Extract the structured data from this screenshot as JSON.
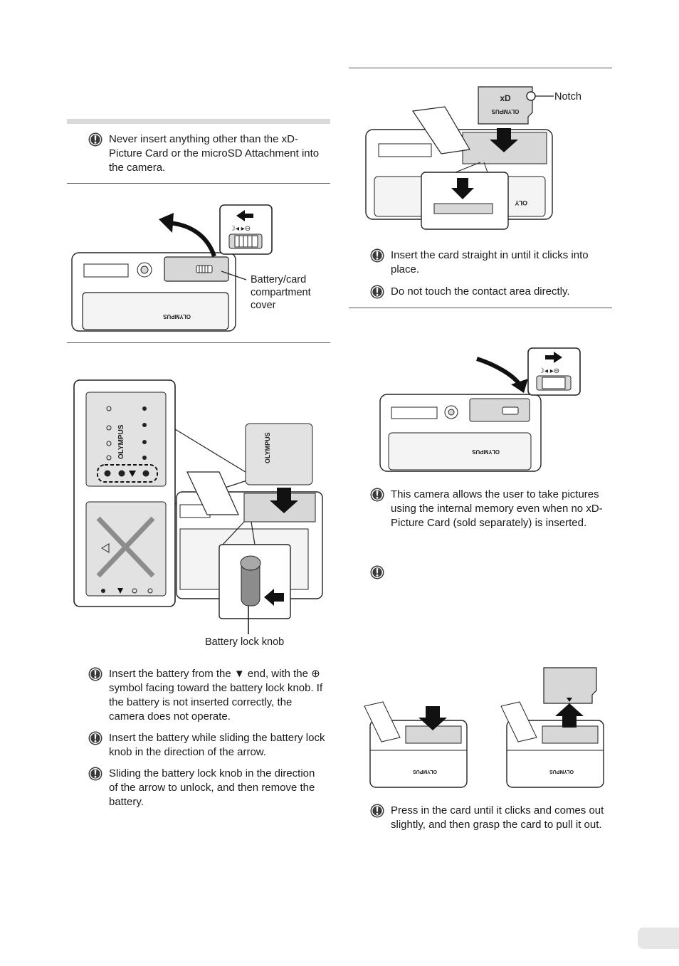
{
  "left": {
    "note_never": "Never insert anything other than the xD-Picture Card or the microSD Attachment into the camera.",
    "label_cover": "Battery/card compartment cover",
    "label_knob": "Battery lock knob",
    "battery_notes": [
      "Insert the battery from the ▼ end, with the ⊕ symbol facing toward the battery lock knob. If the battery is not inserted correctly, the camera does not operate.",
      "Insert the battery while sliding the battery lock knob in the direction of the arrow.",
      "Sliding the battery lock knob in the direction of the arrow to unlock, and then remove the battery."
    ]
  },
  "right": {
    "label_notch": "Notch",
    "card_notes": [
      "Insert the card straight in until it clicks into place.",
      "Do not touch the contact area directly."
    ],
    "memory_note": "This camera allows the user to take pictures using the internal memory even when no xD-Picture Card (sold separately) is inserted.",
    "remove_note": "Press in the card until it clicks and comes out slightly, and then grasp the card to pull it out."
  },
  "brand": "OLYMPUS",
  "brand_partial": "OLY",
  "colors": {
    "rule": "#555555",
    "accent_bar": "#d9d9d9",
    "page_tab": "#e6e6e6",
    "line": "#222222",
    "fill_light": "#f4f4f4",
    "fill_mid": "#d7d7d7"
  },
  "icons": [
    "caution-icon",
    "arrow-left-icon",
    "arrow-right-icon",
    "arrow-down-icon",
    "arrow-up-icon",
    "cross-icon"
  ]
}
